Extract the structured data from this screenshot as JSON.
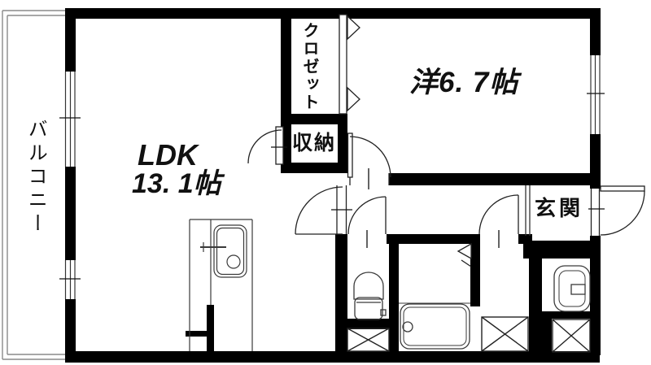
{
  "document": {
    "kind_label": "apartment floor plan",
    "rooms": {
      "balcony": "バルコニー",
      "ldk_name": "LDK",
      "ldk_size": "13. 1帖",
      "western_room": "洋6. 7帖",
      "closet": "クロゼット",
      "storage": "収納",
      "entrance": "玄関"
    },
    "fixtures": [
      "kitchen-sink-icon",
      "toilet-icon",
      "bathtub-icon",
      "washbasin-icon",
      "washing-machine-pan-icon",
      "bifold-closet-door-icon",
      "bath-folding-door-icon",
      "entry-swing-door-icon"
    ],
    "colors": {
      "wall": "#000000",
      "line": "#222222",
      "fixture": "#3a3a3a",
      "balcony_line": "#8a8a8a",
      "background": "#ffffff"
    }
  }
}
